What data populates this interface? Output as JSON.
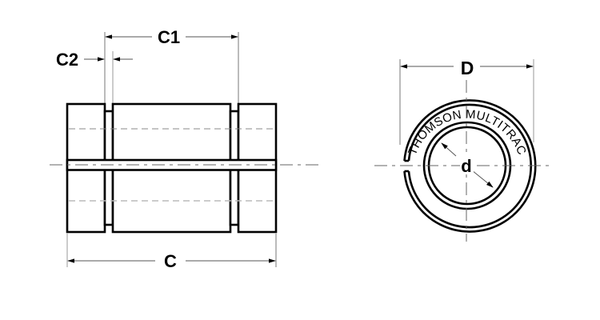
{
  "drawing": {
    "title": "Linear bearing dimension drawing",
    "side_view": {
      "labels": {
        "C1": "C1",
        "C2": "C2",
        "C": "C"
      }
    },
    "end_view": {
      "labels": {
        "D": "D",
        "d": "d"
      },
      "ring_text": "THOMSON MULTITRAC"
    },
    "colors": {
      "line": "#000000",
      "dimension": "#555555",
      "background": "#ffffff"
    }
  }
}
